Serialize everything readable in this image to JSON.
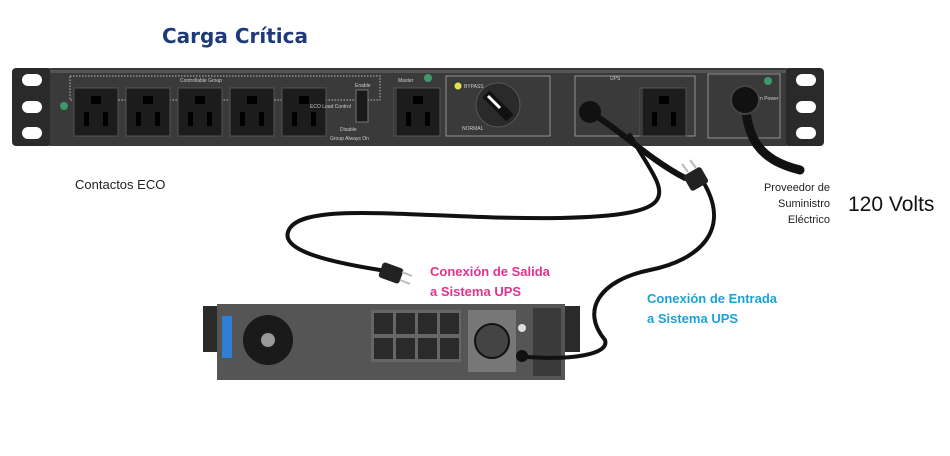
{
  "labels": {
    "title": "Carga Crítica",
    "eco_outlets": "Contactos ECO",
    "provider": [
      "Proveedor de",
      "Suministro",
      "Eléctrico"
    ],
    "voltage": "120 Volts",
    "output_connection": [
      "Conexión de Salida",
      "a Sistema UPS"
    ],
    "input_connection": [
      "Conexión de Entrada",
      "a Sistema UPS"
    ]
  },
  "pdu_panel": {
    "controllable_group": "Controllable Group",
    "enable": "Enable",
    "eco_load_control": "ECO Load Control",
    "disable": "Disable",
    "group_always_on": "Group Always On",
    "master": "Master",
    "bypass": "BYPASS",
    "normal": "NORMAL",
    "ups": "UPS",
    "main_power": "Main Power"
  },
  "colors": {
    "title": "#1f3a7a",
    "output_connection": "#e0338f",
    "input_connection": "#1aa3d6"
  }
}
